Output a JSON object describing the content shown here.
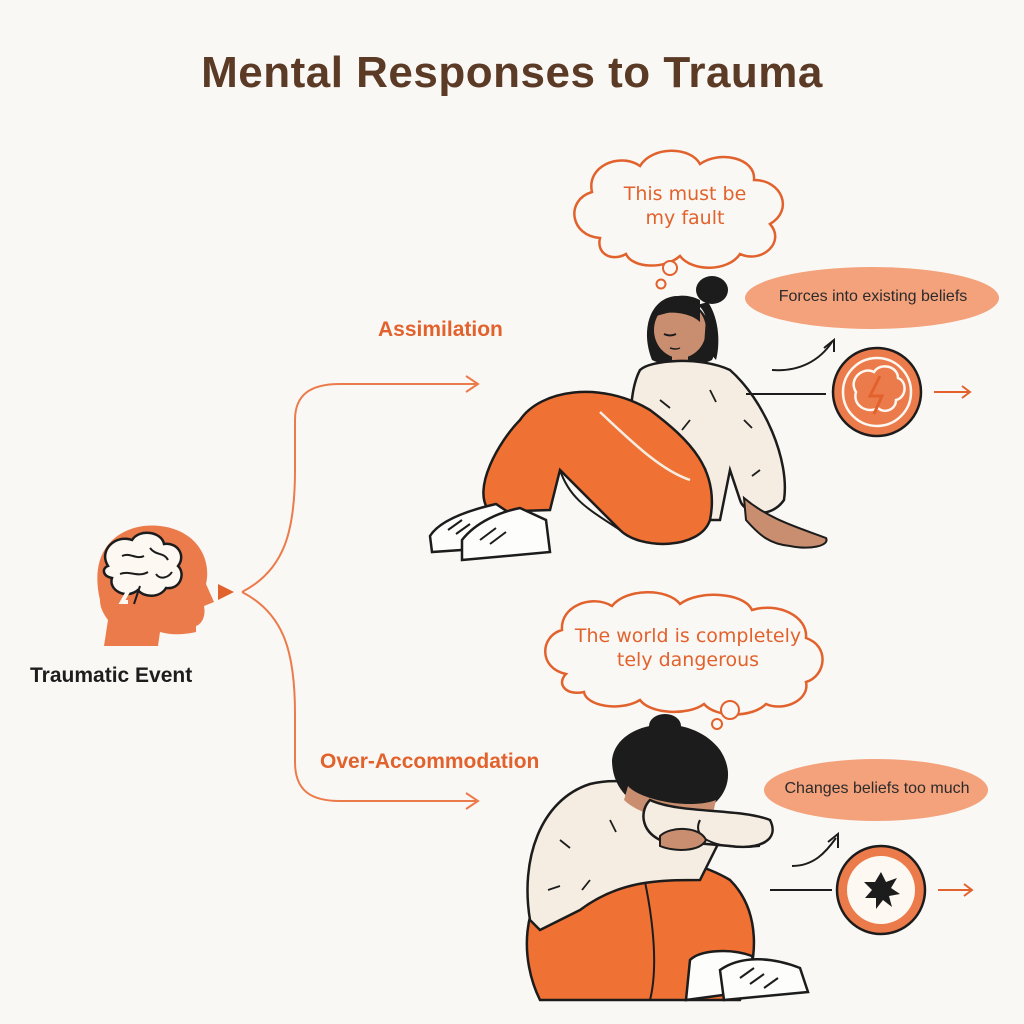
{
  "title": "Mental Responses to Trauma",
  "event": {
    "label": "Traumatic Event"
  },
  "branches": [
    {
      "label": "Assimilation",
      "thought_line1": "This must be",
      "thought_line2": "my fault",
      "pill": "Forces into existing beliefs",
      "icon": "brain-lightning-icon"
    },
    {
      "label": "Over-Accommodation",
      "thought_line1": "The world is completely",
      "thought_line2": "tely dangerous",
      "pill": "Changes beliefs too much",
      "icon": "starburst-icon"
    }
  ],
  "colors": {
    "accent": "#e2622d",
    "pill": "#f4a27c",
    "title": "#5b3a26",
    "background": "#faf8f4",
    "sweater": "#f5ede2",
    "hair": "#1c1c1c",
    "skin": "#c98e6f"
  }
}
